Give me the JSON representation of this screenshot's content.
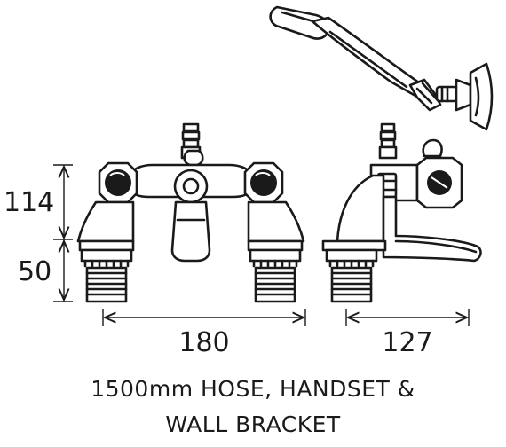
{
  "dimensions": {
    "height_upper": "114",
    "height_lower": "50",
    "width_front": "180",
    "width_side": "127"
  },
  "caption": {
    "line1": "1500mm HOSE, HANDSET &",
    "line2": "WALL BRACKET"
  }
}
